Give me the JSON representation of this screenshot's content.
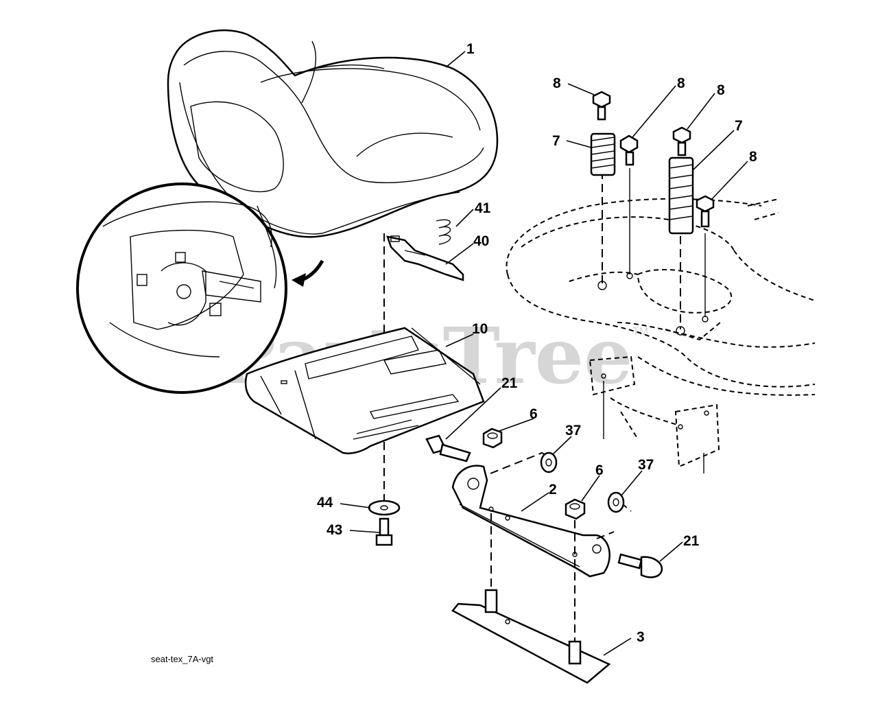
{
  "watermark": {
    "text": "PartsTree",
    "trademark": "TM"
  },
  "caption": "seat-tex_7A-vgt",
  "callouts": [
    "1",
    "8",
    "8",
    "8",
    "7",
    "7",
    "8",
    "41",
    "40",
    "10",
    "21",
    "6",
    "37",
    "6",
    "37",
    "2",
    "44",
    "43",
    "21",
    "3"
  ],
  "parts": [
    {
      "ref": "1",
      "name": "seat"
    },
    {
      "ref": "2",
      "name": "seat bracket"
    },
    {
      "ref": "3",
      "name": "mounting plate"
    },
    {
      "ref": "6",
      "name": "nut"
    },
    {
      "ref": "7",
      "name": "spring"
    },
    {
      "ref": "8",
      "name": "bolt"
    },
    {
      "ref": "10",
      "name": "seat pan"
    },
    {
      "ref": "21",
      "name": "shoulder bolt"
    },
    {
      "ref": "37",
      "name": "nut"
    },
    {
      "ref": "40",
      "name": "clip"
    },
    {
      "ref": "41",
      "name": "spring"
    },
    {
      "ref": "43",
      "name": "screw"
    },
    {
      "ref": "44",
      "name": "washer"
    }
  ]
}
